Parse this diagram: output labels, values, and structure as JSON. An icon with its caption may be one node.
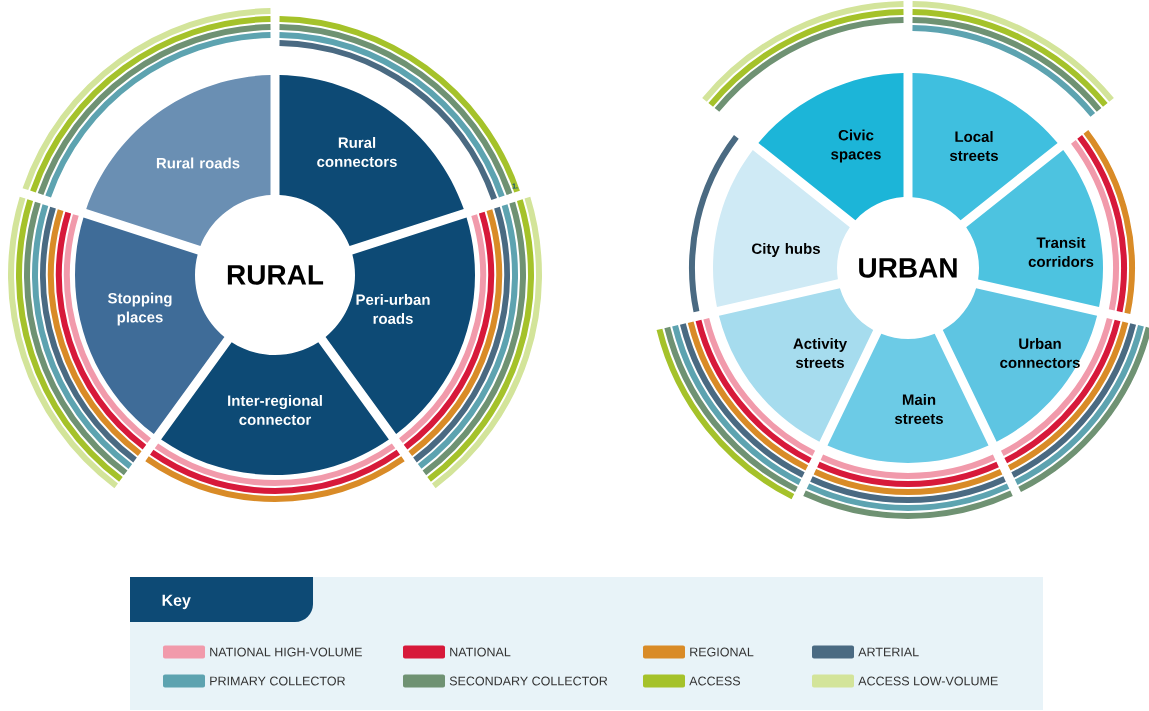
{
  "diagram": {
    "nodes": [
      {
        "text": [
          "RURAL"
        ]
      },
      {
        "text": [
          "Rural roads"
        ]
      },
      {
        "text": [
          "Rural connectors"
        ]
      },
      {
        "text": [
          "Peri-urban roads"
        ]
      },
      {
        "text": [
          "Inter-regional connector"
        ]
      },
      {
        "text": [
          "Stopping places"
        ]
      },
      {
        "text": [
          "URBAN"
        ]
      },
      {
        "text": [
          "Civic spaces"
        ]
      },
      {
        "text": [
          "Local streets"
        ]
      },
      {
        "text": [
          "Transit corridors"
        ]
      },
      {
        "text": [
          "Urban connectors"
        ]
      },
      {
        "text": [
          "Main streets"
        ]
      },
      {
        "text": [
          "Activity streets"
        ]
      },
      {
        "text": [
          "City hubs"
        ]
      }
    ],
    "labels": [
      "Key",
      "1."
    ],
    "legend": [
      {
        "text": "NATIONAL HIGH-VOLUME",
        "color": "#f19aab"
      },
      {
        "text": "NATIONAL",
        "color": "#d7193a"
      },
      {
        "text": "REGIONAL",
        "color": "#d98b27"
      },
      {
        "text": "ARTERIAL",
        "color": "#4a6a82"
      },
      {
        "text": "PRIMARY COLLECTOR",
        "color": "#5da3b0"
      },
      {
        "text": "SECONDARY COLLECTOR",
        "color": "#6f9273"
      },
      {
        "text": "ACCESS",
        "color": "#a5c22a"
      },
      {
        "text": "ACCESS LOW-VOLUME",
        "color": "#d3e49a"
      }
    ]
  }
}
